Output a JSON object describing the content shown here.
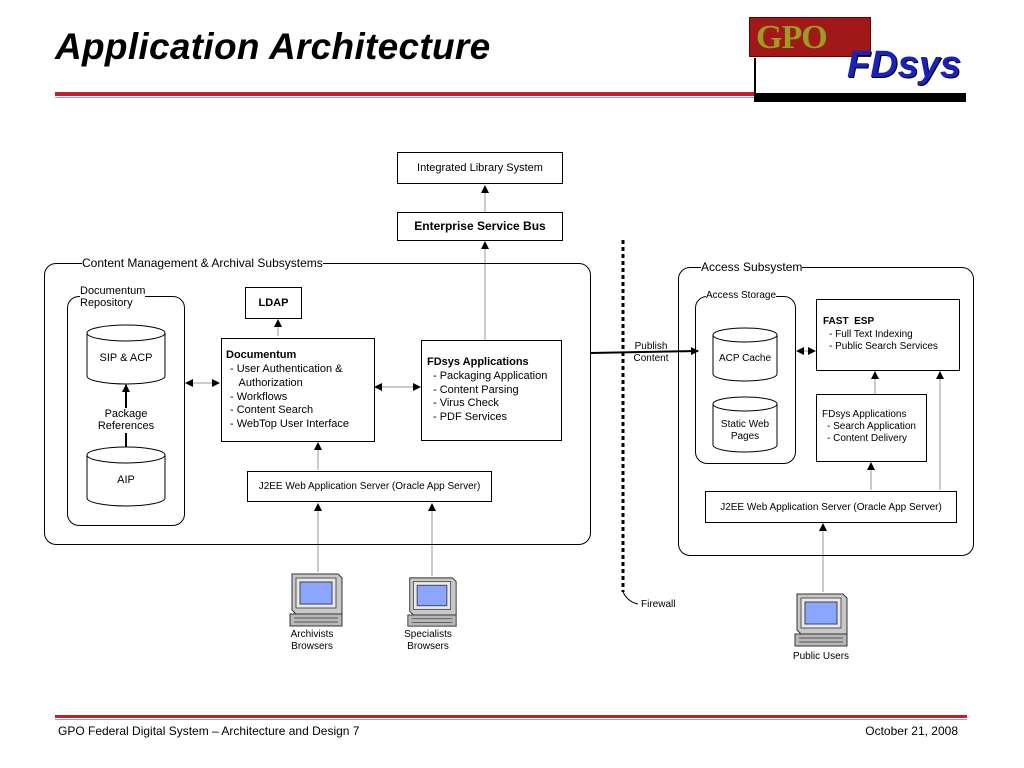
{
  "header": {
    "title": "Application Architecture",
    "logo_gpo": "GPO",
    "logo_fdsys": "FDsys"
  },
  "diagram": {
    "ils": "Integrated Library System",
    "esb": "Enterprise Service Bus",
    "cma": {
      "group_label": "Content Management & Archival Subsystems",
      "repository_label": [
        "Documentum",
        "Repository"
      ],
      "sip_acp": "SIP & ACP",
      "package_references": [
        "Package",
        "References"
      ],
      "aip": "AIP",
      "ldap": "LDAP",
      "documentum": {
        "title": "Documentum",
        "items": [
          "- User Authentication &",
          "   Authorization",
          "- Workflows",
          "- Content Search",
          "- WebTop User Interface"
        ]
      },
      "fdsys_apps": {
        "title": "FDsys Applications",
        "items": [
          "- Packaging Application",
          "- Content Parsing",
          "- Virus Check",
          "- PDF Services"
        ]
      },
      "j2ee": "J2EE Web Application Server (Oracle App Server)"
    },
    "publish_content": [
      "Publish",
      "Content"
    ],
    "firewall": "Firewall",
    "access": {
      "group_label": "Access Subsystem",
      "storage_label": "Access Storage",
      "acp_cache": "ACP Cache",
      "static_web_pages": [
        "Static Web",
        "Pages"
      ],
      "fast_esp": {
        "title": "FAST  ESP",
        "items": [
          "- Full Text Indexing",
          "- Public Search Services"
        ]
      },
      "fdsys_apps": {
        "title": "FDsys Applications",
        "items": [
          "- Search Application",
          "- Content Delivery"
        ]
      },
      "j2ee": "J2EE Web Application Server (Oracle App Server)"
    },
    "users": {
      "archivists": [
        "Archivists",
        "Browsers"
      ],
      "specialists": [
        "Specialists",
        "Browsers"
      ],
      "public": "Public Users"
    }
  },
  "footer": {
    "left": "GPO Federal Digital System – Architecture and Design 7",
    "right": "October 21, 2008"
  }
}
